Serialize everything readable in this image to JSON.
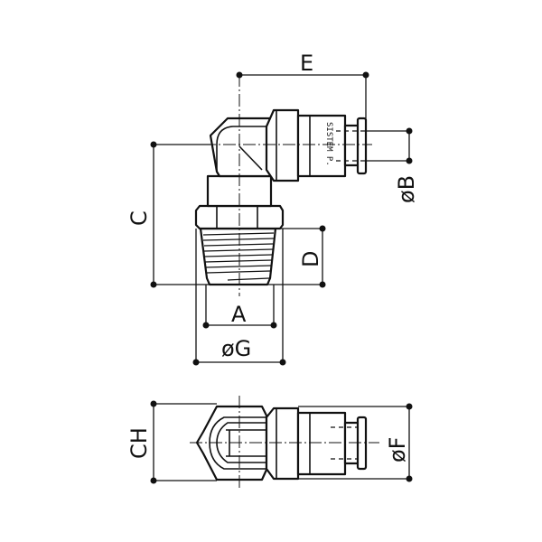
{
  "labels": {
    "E": "E",
    "B": "øB",
    "C": "C",
    "D": "D",
    "A": "A",
    "G": "øG",
    "CH": "CH",
    "F": "øF"
  },
  "marking": "SISTEM P."
}
